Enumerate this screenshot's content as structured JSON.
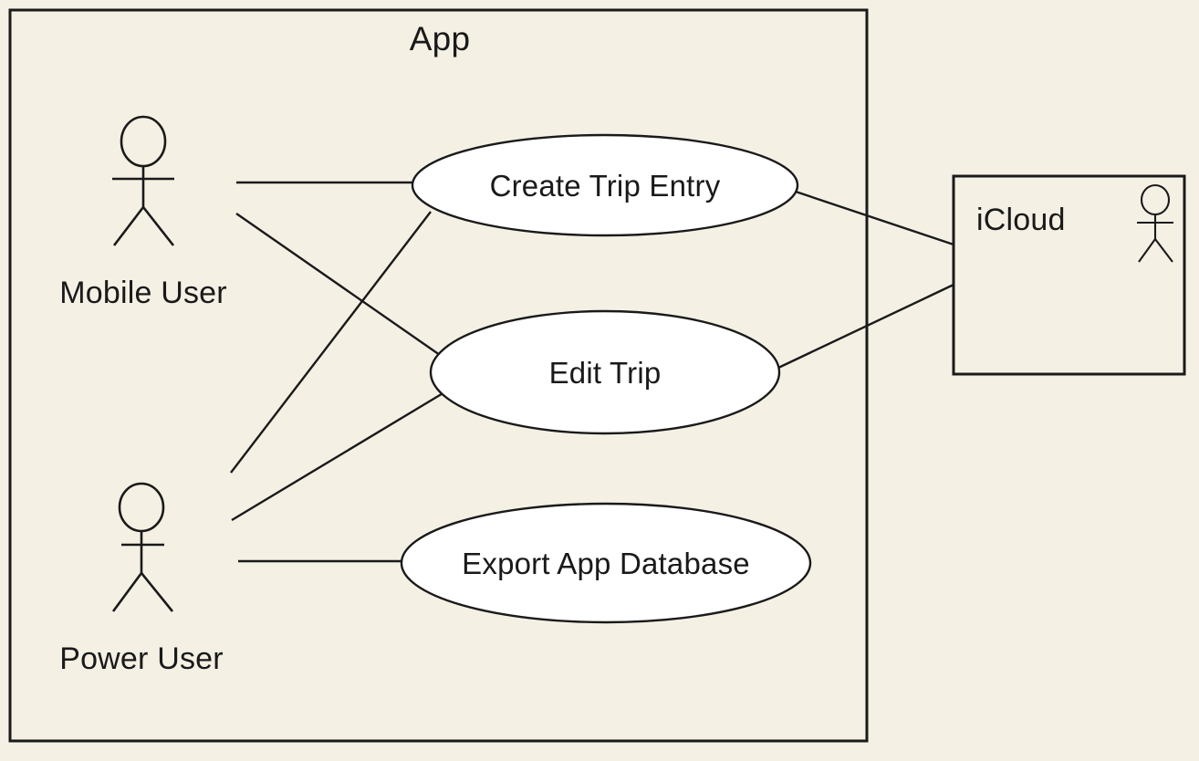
{
  "diagram": {
    "type": "uml-use-case-diagram",
    "background_color": "#F4F0E4",
    "stroke_color": "#1a1a1a",
    "usecase_fill_color": "#FFFFFF"
  },
  "system_boundary": {
    "title": "App",
    "icon": "rectangle-boundary"
  },
  "actors": [
    {
      "id": "mobile-user",
      "label": "Mobile User",
      "icon": "stick-figure-actor-icon"
    },
    {
      "id": "power-user",
      "label": "Power User",
      "icon": "stick-figure-actor-icon"
    }
  ],
  "use_cases": [
    {
      "id": "create-trip-entry",
      "label": "Create Trip Entry"
    },
    {
      "id": "edit-trip",
      "label": "Edit Trip"
    },
    {
      "id": "export-app-database",
      "label": "Export App Database"
    }
  ],
  "external_systems": [
    {
      "id": "icloud",
      "label": "iCloud",
      "icon": "stick-figure-actor-icon"
    }
  ],
  "associations": [
    {
      "from": "mobile-user",
      "to": "create-trip-entry"
    },
    {
      "from": "mobile-user",
      "to": "edit-trip"
    },
    {
      "from": "power-user",
      "to": "create-trip-entry"
    },
    {
      "from": "power-user",
      "to": "edit-trip"
    },
    {
      "from": "power-user",
      "to": "export-app-database"
    },
    {
      "from": "create-trip-entry",
      "to": "icloud"
    },
    {
      "from": "edit-trip",
      "to": "icloud"
    }
  ]
}
